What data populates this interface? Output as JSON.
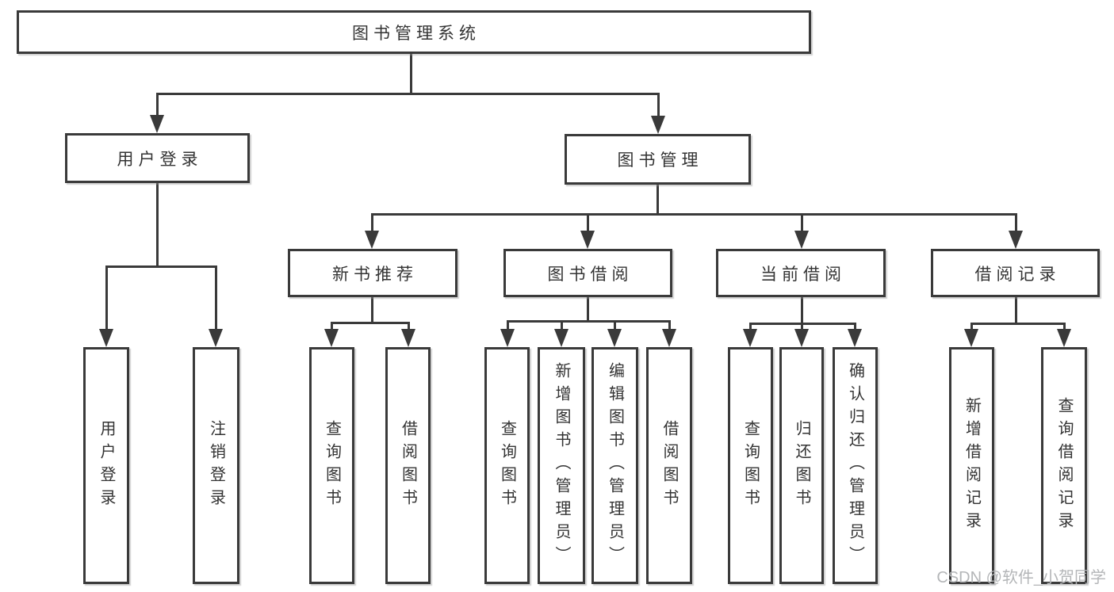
{
  "diagram": {
    "type": "hierarchy",
    "root": {
      "label": "图书管理系统"
    },
    "level2": [
      {
        "label": "用户登录",
        "leaves": [
          {
            "label": "用户登录"
          },
          {
            "label": "注销登录"
          }
        ]
      },
      {
        "label": "图书管理",
        "groups": [
          {
            "label": "新书推荐",
            "leaves": [
              {
                "label": "查询图书"
              },
              {
                "label": "借阅图书"
              }
            ]
          },
          {
            "label": "图书借阅",
            "leaves": [
              {
                "label": "查询图书"
              },
              {
                "label": "新增图书（管理员）"
              },
              {
                "label": "编辑图书（管理员）"
              },
              {
                "label": "借阅图书"
              }
            ]
          },
          {
            "label": "当前借阅",
            "leaves": [
              {
                "label": "查询图书"
              },
              {
                "label": "归还图书"
              },
              {
                "label": "确认归还（管理员）"
              }
            ]
          },
          {
            "label": "借阅记录",
            "leaves": [
              {
                "label": "新增借阅记录"
              },
              {
                "label": "查询借阅记录"
              }
            ]
          }
        ]
      }
    ]
  },
  "watermark": {
    "text": "CSDN @软件_小贺同学"
  },
  "colors": {
    "line": "#3a3a3a",
    "text": "#333333",
    "background": "#ffffff",
    "watermark": "#b4b6b8"
  }
}
